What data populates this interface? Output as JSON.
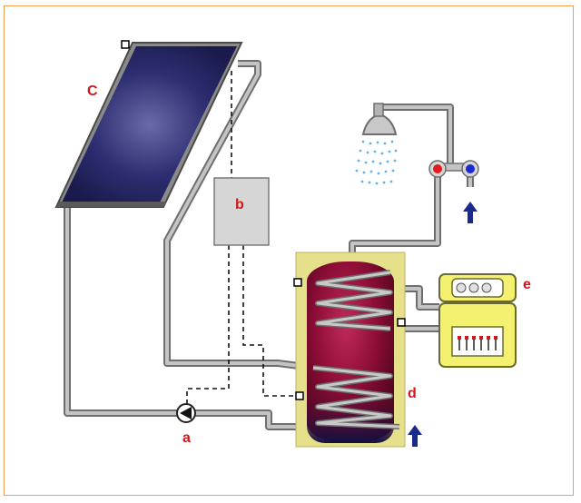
{
  "labels": {
    "collector": "C",
    "controller": "b",
    "pump": "a",
    "tank": "d",
    "panel": "e"
  },
  "colors": {
    "border": "#f0a050",
    "label_red": "#d01818",
    "pipe_fill": "#b4b4b4",
    "pipe_outline": "#6e6e6e",
    "collector_blue": "#24245e",
    "tank_red": "#7a0a2a",
    "tank_jacket": "#e6e08a",
    "panel_yellow": "#f4f070",
    "arrow_blue": "#1a2a8a",
    "controller_gray": "#d6d6d6"
  },
  "icons": [
    "shower-head-icon",
    "hot-valve-icon",
    "cold-valve-icon",
    "cold-water-in-arrow-icon",
    "pump-icon"
  ]
}
